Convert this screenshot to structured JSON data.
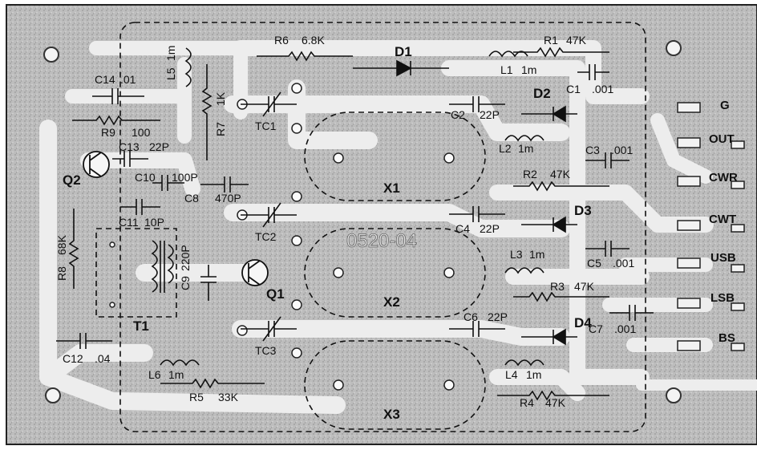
{
  "board_id": "0520-04",
  "colors": {
    "board": "#bdbdbd",
    "copper": "#eeeeee",
    "ink": "#111111"
  },
  "crystals": {
    "x1": "X1",
    "x2": "X2",
    "x3": "X3"
  },
  "transistors": {
    "q1": "Q1",
    "q2": "Q2"
  },
  "transformer": "T1",
  "diodes": {
    "d1": "D1",
    "d2": "D2",
    "d3": "D3",
    "d4": "D4"
  },
  "trimmers": {
    "tc1": "TC1",
    "tc2": "TC2",
    "tc3": "TC3"
  },
  "resistors": {
    "r1": "R1",
    "r1_value": "47K",
    "r2": "R2",
    "r2_value": "47K",
    "r3": "R3",
    "r3_value": "47K",
    "r4": "R4",
    "r4_value": "47K",
    "r5": "R5",
    "r5_value": "33K",
    "r6": "R6",
    "r6_value": "6.8K",
    "r7": "R7",
    "r7_value": "1K",
    "r8": "R8",
    "r8_value": "68K",
    "r9": "R9",
    "r9_value": "100"
  },
  "capacitors": {
    "c1": "C1",
    "c1_value": ".001",
    "c2": "C2",
    "c2_value": "22P",
    "c3": "C3",
    "c3_value": ".001",
    "c4": "C4",
    "c4_value": "22P",
    "c5": "C5",
    "c5_value": ".001",
    "c6": "C6",
    "c6_value": "22P",
    "c7": "C7",
    "c7_value": ".001",
    "c8": "C8",
    "c8_value": "470P",
    "c9": "C9",
    "c9_value": "220P",
    "c10": "C10",
    "c10_value": "100P",
    "c11": "C11",
    "c11_value": "10P",
    "c12": "C12",
    "c12_value": ".04",
    "c13": "C13",
    "c13_value": "22P",
    "c14": "C14",
    "c14_value": ".01"
  },
  "inductors": {
    "l1": "L1",
    "l1_value": "1m",
    "l2": "L2",
    "l2_value": "1m",
    "l3": "L3",
    "l3_value": "1m",
    "l4": "L4",
    "l4_value": "1m",
    "l5": "L5",
    "l5_value": "1m",
    "l6": "L6",
    "l6_value": "1m"
  },
  "connectors": [
    "G",
    "OUT",
    "CWR",
    "CWT",
    "USB",
    "LSB",
    "BS"
  ]
}
